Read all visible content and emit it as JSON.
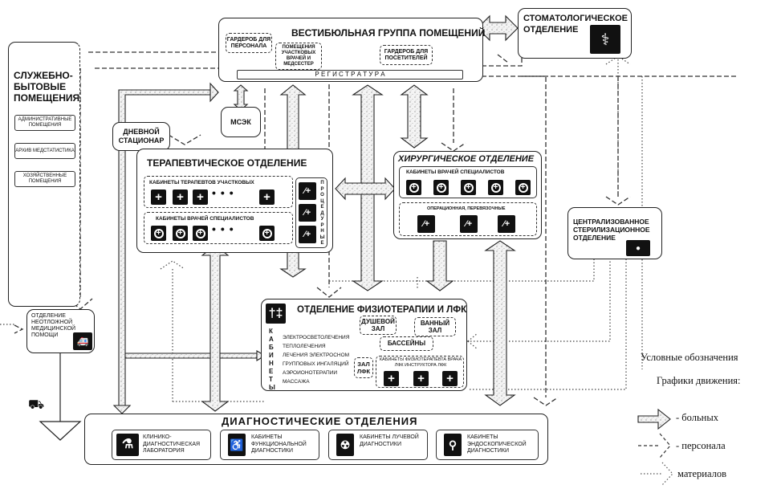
{
  "vestibule": {
    "title": "Вестибюльная группа помещений",
    "wardrobe_staff": "Гардероб для персонала",
    "district_rooms": "Помещения участковых врачей и медсестер",
    "wardrobe_visitors": "Гардероб для посетителей",
    "registry": "Р Е Г И С Т Р А Т У Р А"
  },
  "dental": {
    "title_1": "Стоматологическое",
    "title_2": "отделение",
    "icon": "dentist-icon"
  },
  "service": {
    "title": "Служебно-бытовые помещения",
    "items": [
      "Административные помещения",
      "Архив медстатистика",
      "Хозяйственные помещения"
    ]
  },
  "msek": {
    "label": "МСЭК"
  },
  "day_hospital": {
    "label": "Дневной стационар"
  },
  "therapy": {
    "title": "Терапевтическое отделение",
    "district_group": "Кабинеты терапевтов участковых",
    "specialist_group": "Кабинеты врачей специалистов",
    "procedures_label": "ПРОЦЕДУРНЫЕ"
  },
  "surgery": {
    "title": "Хирургическое отделение",
    "specialist_group": "Кабинеты врачей специалистов",
    "operating_group": "Операционная, перевязочные"
  },
  "sterilization": {
    "title": "Централизованное стерилизационное отделение",
    "icon": "sterilizer-icon"
  },
  "physio": {
    "title": "Отделение физиотерапии и ЛФК",
    "cabinets_vertical": "КАБИНЕТЫ",
    "cabinets": [
      "Электросветолечения",
      "Теплолечения",
      "Лечения электросном",
      "Групповых ингаляций",
      "Аэроионотерапии",
      "Массажа"
    ],
    "shower": "Душевой зал",
    "bath": "Ванный зал",
    "pools": "Бассейны",
    "lfk_hall": "Зал ЛФК",
    "lfk_cabinets": "Кабинеты физиотерапевта врача ЛФК инструктора ЛФК"
  },
  "emergency": {
    "title": "Отделение неотложной медицинской помощи",
    "icon": "ambulance-icon"
  },
  "diagnostics": {
    "title": "Диагностические отделения",
    "items": [
      {
        "label": "Клинико-диагностическая лаборатория",
        "icon": "flask-icon"
      },
      {
        "label": "Кабинеты функциональной диагностики",
        "icon": "patient-icon"
      },
      {
        "label": "Кабинеты лучевой диагностики",
        "icon": "xray-icon"
      },
      {
        "label": "Кабинеты эндоскопической диагностики",
        "icon": "endoscopy-icon"
      }
    ]
  },
  "legend": {
    "title": "Условные обозначения",
    "subtitle": "Графики движения:",
    "patients": "- больных",
    "staff": "- персонала",
    "materials": "материалов"
  }
}
